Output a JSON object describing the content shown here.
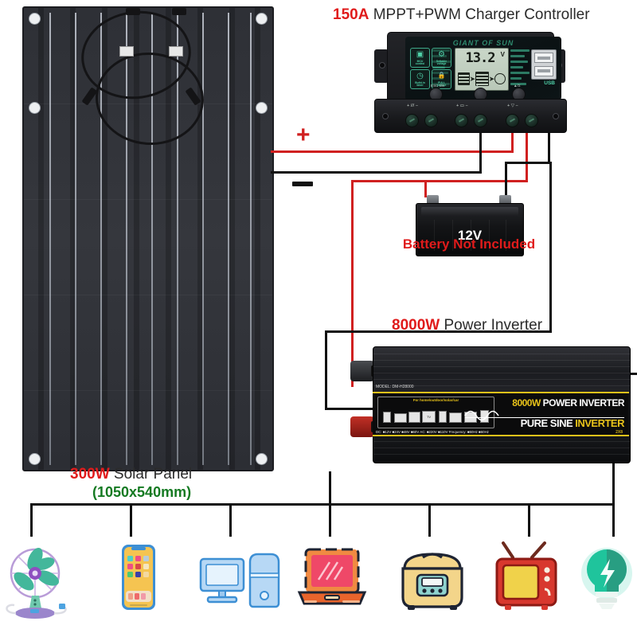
{
  "diagram": {
    "title_controller_prefix": "150A",
    "title_controller_rest": " MPPT+PWM Charger Controller",
    "title_inverter_prefix": "8000W",
    "title_inverter_rest": " Power Inverter",
    "title_panel_prefix": "300W",
    "title_panel_rest": " Solar Panel",
    "title_panel_dims": "(1050x540mm)",
    "polarity_plus": "+",
    "polarity_minus": "−"
  },
  "colors": {
    "red": "#e01b1b",
    "wire_red": "#d02020",
    "wire_black": "#111111",
    "green": "#157a22",
    "dark_text": "#2b2b2b",
    "yellow": "#e8c21a",
    "lcd_green": "#4fd0a8"
  },
  "controller": {
    "brand": "GIANT OF SUN",
    "display_value": "13.2",
    "display_unit": "V",
    "features": [
      {
        "label1": "MCU",
        "label2": "control",
        "glyph": "▣"
      },
      {
        "label1": "Settable",
        "label2": "voltage",
        "glyph": "⚙"
      },
      {
        "label1": "Build-in",
        "label2": "timer",
        "glyph": "◷"
      },
      {
        "label1": "FULL",
        "label2": "protect",
        "glyph": "🔒"
      }
    ],
    "usb_label": "USB",
    "button_labels": [
      "ESC  Dis",
      "▲",
      "▲/Σ"
    ],
    "terminal_groups": [
      {
        "symbol": "+ /// −",
        "name": "solar-terminals"
      },
      {
        "symbol": "+ ▭ −",
        "name": "battery-terminals"
      },
      {
        "symbol": "+ ▽ −",
        "name": "load-terminals"
      }
    ]
  },
  "battery": {
    "voltage": "12V",
    "note": "Battery Not Included"
  },
  "inverter": {
    "model_text": "MODEL: DM-H28000",
    "usage_text": "For home/outdoor/solar/car",
    "spec_text": "DC: ■12V ■24V ■48V ■60V  AC: ■220V ■110V  Frequency: ■50Hz ■60Hz",
    "right_watt": "8000W",
    "right_name": " POWER INVERTER",
    "row2_a": "PURE SINE ",
    "row2_b": "INVERTER",
    "row3": "2X8",
    "tv_icon_label": "TV"
  },
  "appliances": [
    {
      "name": "fan",
      "label": "electric-fan"
    },
    {
      "name": "phone",
      "label": "smartphone"
    },
    {
      "name": "computer",
      "label": "desktop-computer"
    },
    {
      "name": "laptop",
      "label": "laptop"
    },
    {
      "name": "ricecooker",
      "label": "rice-cooker"
    },
    {
      "name": "tv",
      "label": "television"
    },
    {
      "name": "bulb",
      "label": "light-bulb"
    }
  ]
}
